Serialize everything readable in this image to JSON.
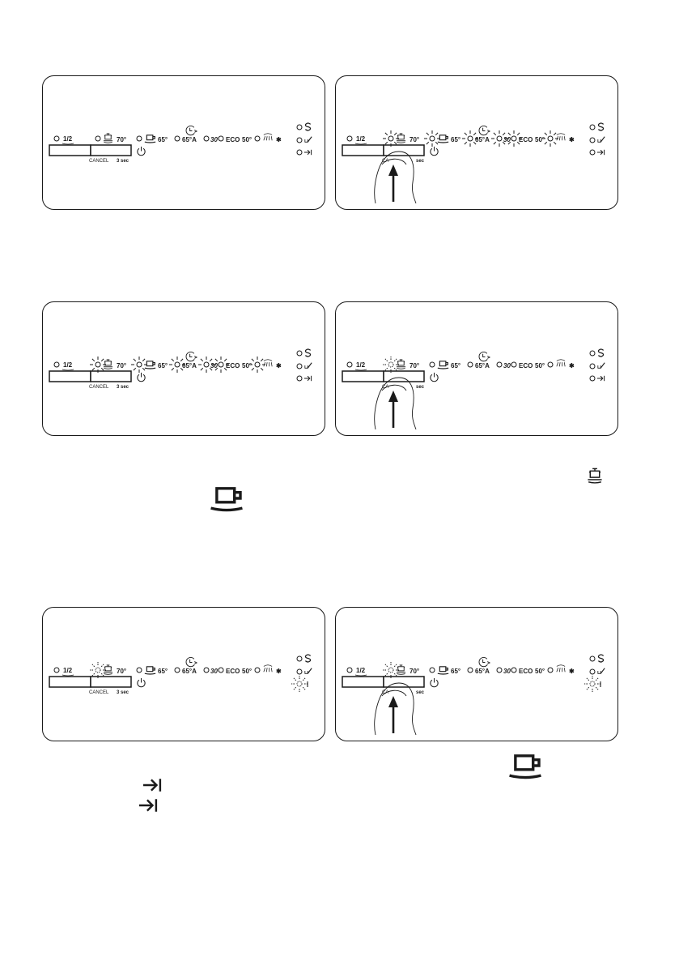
{
  "control_panel": {
    "half_load": "1/2",
    "temp_70": "70°",
    "temp_65": "65°",
    "temp_65a": "65°A",
    "temp_30": "30",
    "temp_30_prime": "30'",
    "eco": "ECO",
    "temp_50": "50°",
    "cancel": "CANCEL",
    "cancel_partial": "CA",
    "hold_time": "3 sec",
    "hold_time_partial": "sec"
  },
  "icons": {
    "program_intensive": "pot-icon",
    "program_normal": "cup-icon",
    "delay": "clock-icon",
    "power": "power-icon",
    "rinse_aid": "rinse-aid-icon",
    "salt": "salt-icon",
    "end": "end-icon",
    "finger": "finger-press-icon"
  },
  "panels": [
    {
      "id": "1a",
      "state": "idle",
      "press": false
    },
    {
      "id": "1b",
      "state": "all-lit",
      "press": true
    },
    {
      "id": "2a",
      "state": "all-lit",
      "press": false
    },
    {
      "id": "2b",
      "state": "selected",
      "press": true
    },
    {
      "id": "3a",
      "state": "end-flash",
      "press": false
    },
    {
      "id": "3b",
      "state": "end-flash",
      "press": true
    }
  ]
}
